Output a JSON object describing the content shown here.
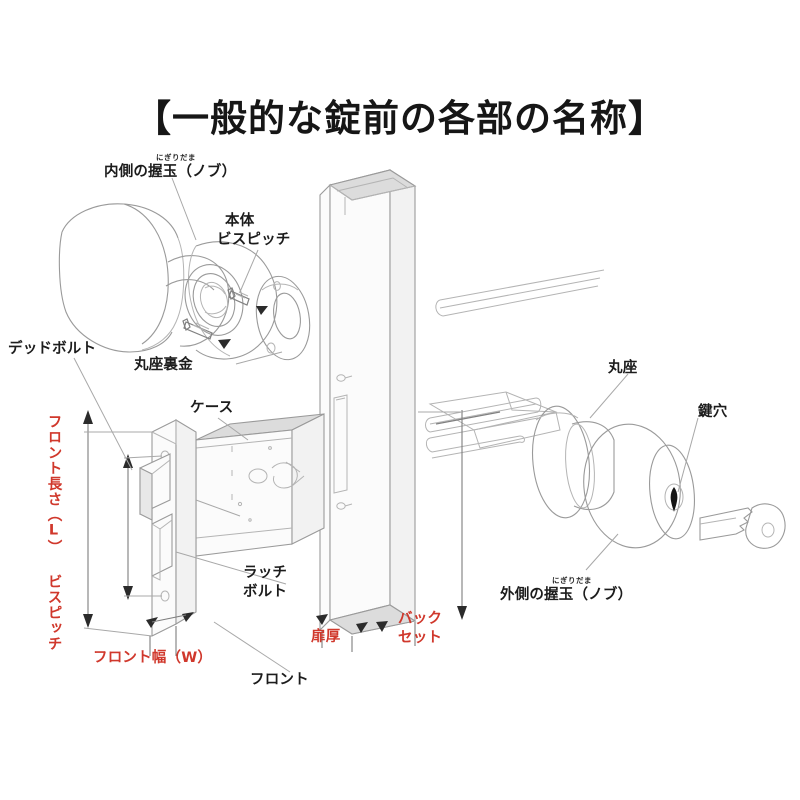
{
  "page": {
    "title": "【一般的な錠前の各部の名称】",
    "background_color": "#ffffff",
    "accent_color": "#d0382c",
    "line_color": "#9a9a9a"
  },
  "labels": {
    "inner_knob": {
      "text": "内側の握玉（ノブ）",
      "ruby": "にぎりだま",
      "color": "#1c1c1c"
    },
    "body_screw_pitch": {
      "line1": "本体",
      "line2": "ビスピッチ",
      "color": "#1c1c1c"
    },
    "rosette_backplate": {
      "text": "丸座裏金",
      "color": "#1c1c1c"
    },
    "dead_bolt": {
      "text": "デッドボルト",
      "color": "#1c1c1c"
    },
    "case": {
      "text": "ケース",
      "color": "#1c1c1c"
    },
    "latch_bolt": {
      "line1": "ラッチ",
      "line2": "ボルト",
      "color": "#1c1c1c"
    },
    "front": {
      "text": "フロント",
      "color": "#1c1c1c"
    },
    "rosette": {
      "text": "丸座",
      "color": "#1c1c1c"
    },
    "keyhole": {
      "text": "鍵穴",
      "color": "#1c1c1c"
    },
    "outer_knob": {
      "text": "外側の握玉（ノブ）",
      "ruby": "にぎりだま",
      "color": "#1c1c1c"
    },
    "front_length": {
      "text": "フロント長さ（L）",
      "color": "#d0382c"
    },
    "screw_pitch": {
      "text": "ビスピッチ",
      "color": "#d0382c"
    },
    "front_width": {
      "text": "フロント幅（W）",
      "color": "#d0382c"
    },
    "door_thickness": {
      "text": "扉厚",
      "color": "#d0382c"
    },
    "backset": {
      "line1": "バック",
      "line2": "セット",
      "color": "#d0382c"
    }
  },
  "diagram": {
    "subject": "mortise-lockset-exploded-view",
    "parts": [
      "inner-knob",
      "rosette-backplate",
      "mounting-screws",
      "lock-case",
      "front-plate",
      "dead-bolt",
      "latch-bolt",
      "door-edge",
      "outer-knob",
      "rosette",
      "key"
    ],
    "dimension_lines": [
      "front-length-L",
      "screw-pitch",
      "front-width-W",
      "door-thickness",
      "backset"
    ]
  }
}
